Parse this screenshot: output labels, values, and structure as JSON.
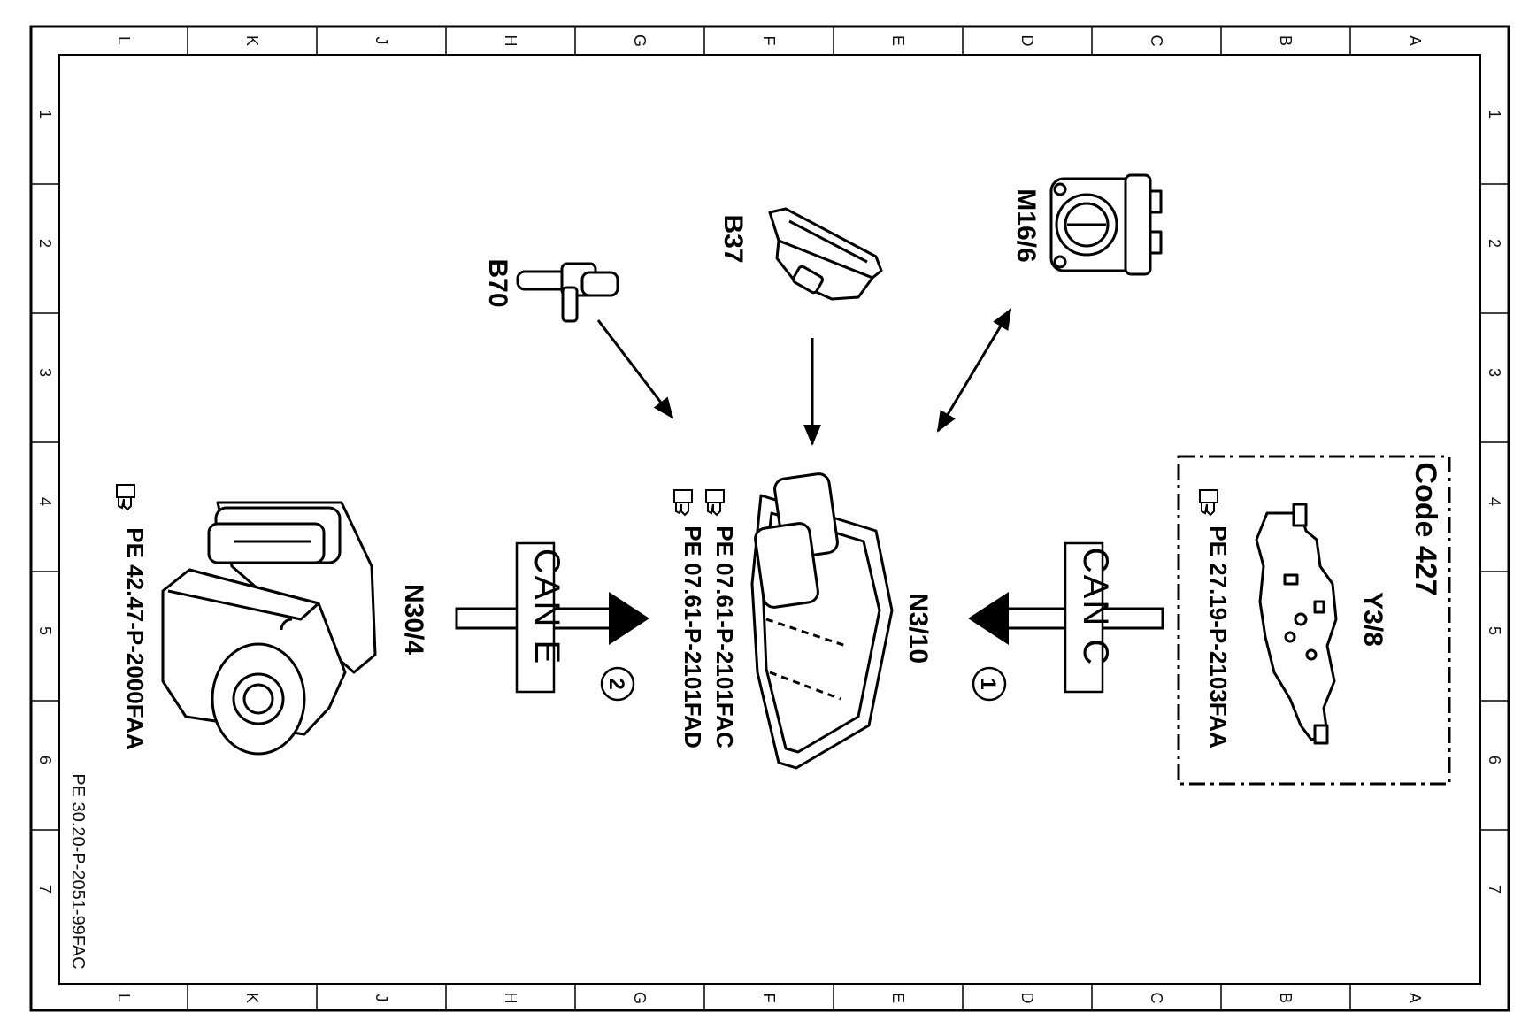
{
  "grid": {
    "columns": [
      "L",
      "K",
      "J",
      "H",
      "G",
      "F",
      "E",
      "D",
      "C",
      "B",
      "A"
    ],
    "rows": [
      "1",
      "2",
      "3",
      "4",
      "5",
      "6",
      "7"
    ]
  },
  "components": {
    "b70": {
      "label": "B70"
    },
    "b37": {
      "label": "B37"
    },
    "m16_6": {
      "label": "M16/6"
    },
    "n3_10": {
      "label": "N3/10"
    },
    "n30_4": {
      "label": "N30/4"
    },
    "y3_8": {
      "label": "Y3/8"
    }
  },
  "references": {
    "n30_4_ref": "PE 42.47-P-2000FAA",
    "n3_10_ref1": "PE 07.61-P-2101FAC",
    "n3_10_ref2": "PE 07.61-P-2101FAD",
    "y3_8_ref": "PE 27.19-P-2103FAA"
  },
  "buses": {
    "can_e": "CAN E",
    "can_c": "CAN C"
  },
  "markers": {
    "one": "1",
    "two": "2"
  },
  "option_box": {
    "label": "Code 427"
  },
  "document_id": "PE 30.20-P-2051-99FAC",
  "icons": {
    "reference": "pointing-hand-book-icon"
  }
}
